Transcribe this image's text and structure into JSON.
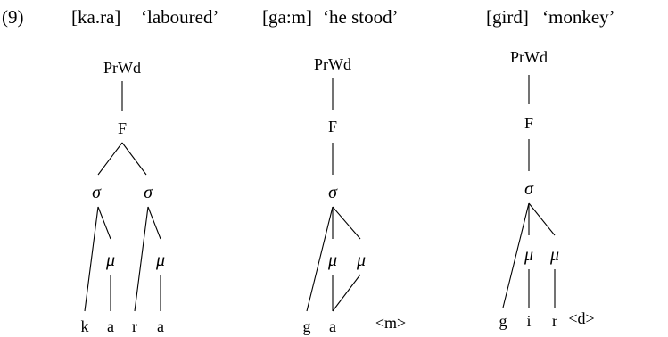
{
  "example_number": "(9)",
  "trees": [
    {
      "form": "[ka.ra]",
      "gloss": "‘laboured’",
      "prwd": "PrWd",
      "foot": "F",
      "syllables": [
        "σ",
        "σ"
      ],
      "moras": [
        "μ",
        "μ"
      ],
      "segments": [
        "k",
        "a",
        "r",
        "a"
      ]
    },
    {
      "form": "[ga:m]",
      "gloss": "‘he stood’",
      "prwd": "PrWd",
      "foot": "F",
      "syllables": [
        "σ"
      ],
      "moras": [
        "μ",
        "μ"
      ],
      "segments": [
        "g",
        "a"
      ],
      "extra": "<m>"
    },
    {
      "form": "[gird]",
      "gloss": "‘monkey’",
      "prwd": "PrWd",
      "foot": "F",
      "syllables": [
        "σ"
      ],
      "moras": [
        "μ",
        "μ"
      ],
      "segments": [
        "g",
        "i",
        "r"
      ],
      "extra": "<d>"
    }
  ]
}
